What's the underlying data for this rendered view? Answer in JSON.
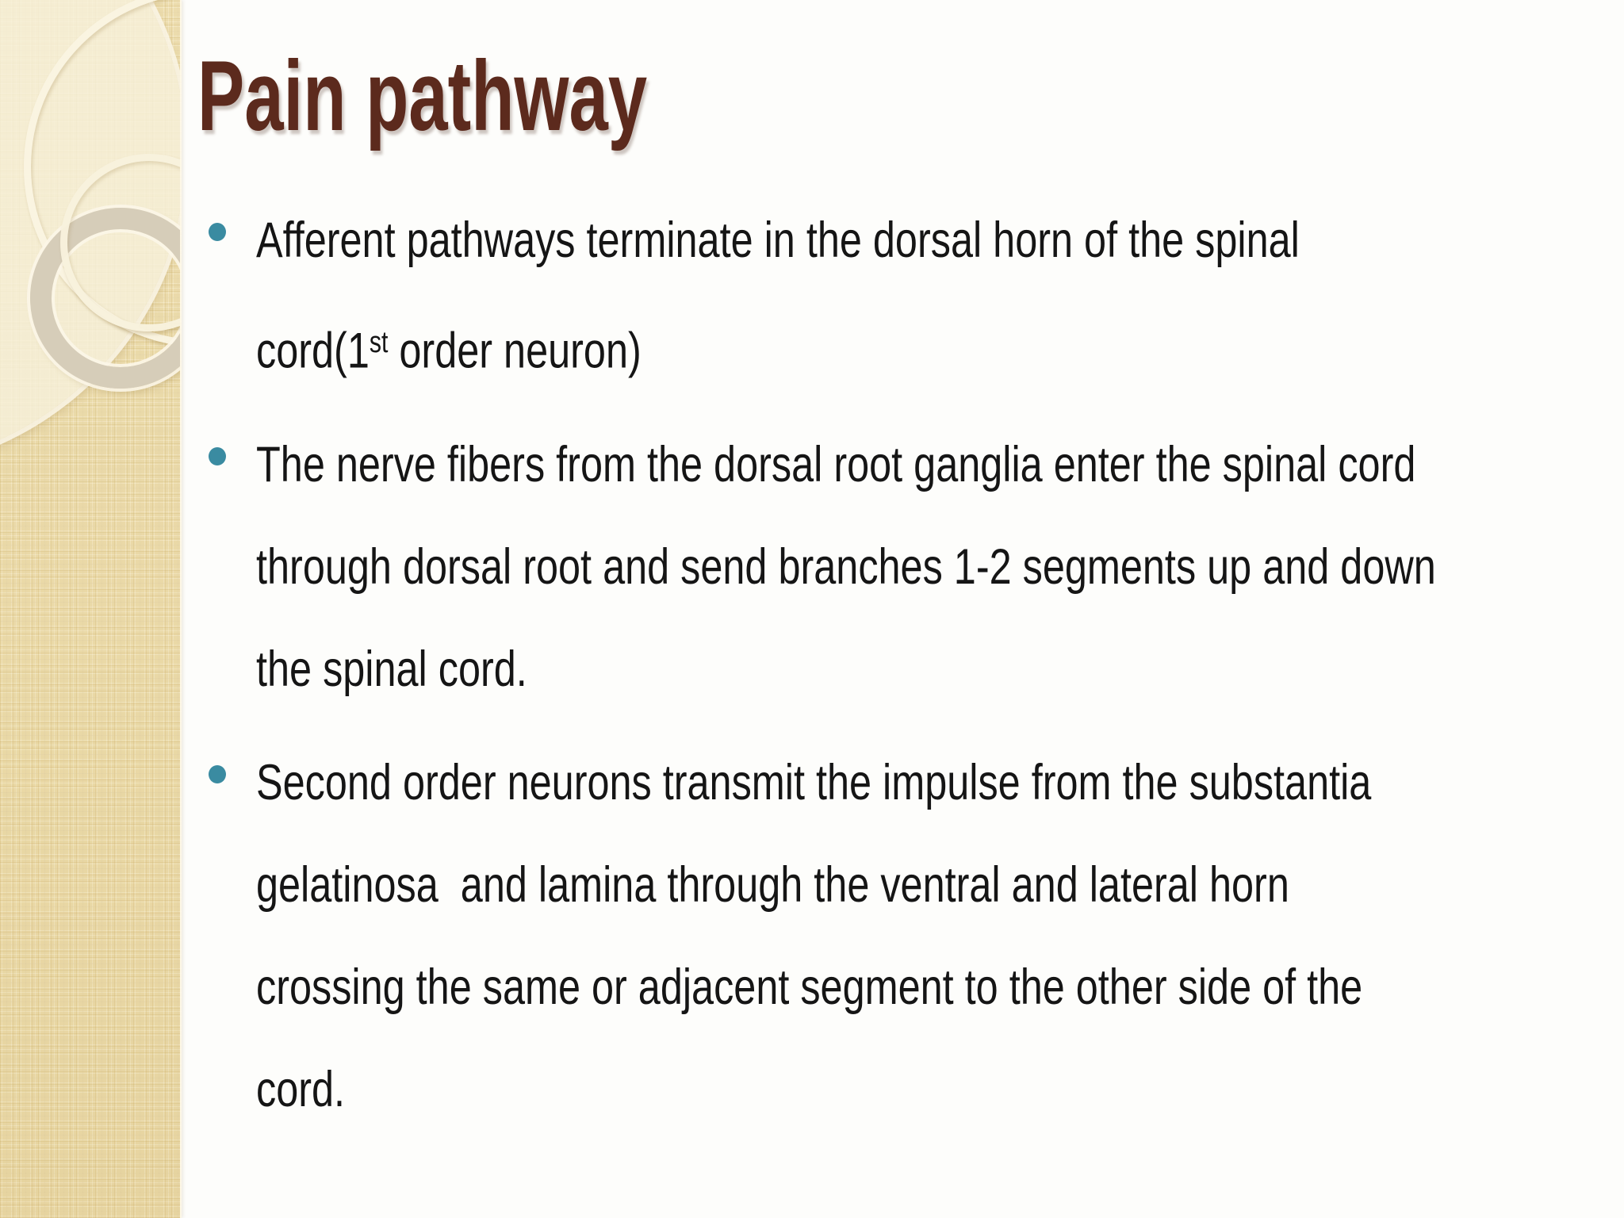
{
  "slide": {
    "title": "Pain pathway",
    "bullets": [
      {
        "lines": [
          "Afferent pathways terminate in the dorsal horn of the spinal"
        ],
        "line2": {
          "pre": "cord(1",
          "sup": "st",
          "post": " order neuron)"
        }
      },
      {
        "lines": [
          "The nerve fibers from the dorsal root ganglia enter the spinal cord",
          "through dorsal root and send branches 1-2 segments up and down",
          "the spinal cord."
        ]
      },
      {
        "lines": [
          "Second order neurons transmit the impulse from the substantia",
          "gelatinosa  and lamina through the ventral and lateral horn",
          "crossing the same or adjacent segment to the other side of the",
          "cord."
        ]
      }
    ],
    "colors": {
      "title": "#5c2a1d",
      "bullet_dot": "#3a8ba1",
      "sidebar_tan": "#ead9a7",
      "sidebar_ring_gray": "#d6cdb9",
      "sidebar_light": "#f7f0db",
      "body_text": "#151515",
      "background": "#fdfdfb"
    }
  }
}
